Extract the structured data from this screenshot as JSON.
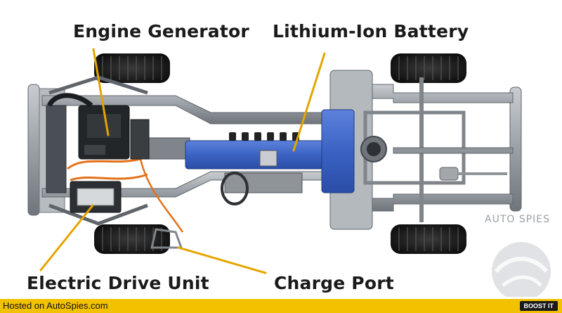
{
  "labels": {
    "engine_generator": "Engine Generator",
    "battery": "Lithium-Ion Battery",
    "electric_drive_unit": "Electric Drive Unit",
    "charge_port": "Charge Port"
  },
  "watermark": {
    "text": "AUTO SPIES"
  },
  "footer": {
    "hosted_text": "Hosted on AutoSpies.com",
    "boost_label": "BOOST IT"
  },
  "colors": {
    "leader_line": "#e3a600",
    "battery": "#3b63c4",
    "footer_bar": "#f2c200",
    "chassis": "#8f9499"
  }
}
